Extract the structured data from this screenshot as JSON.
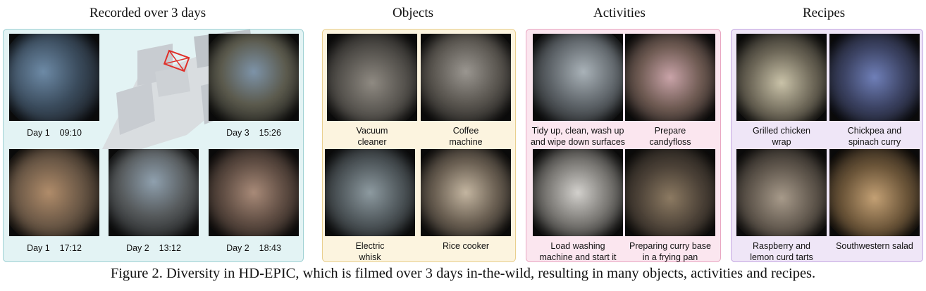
{
  "figure": {
    "caption": "Figure 2. Diversity in HD-EPIC, which is filmed over 3 days in-the-wild, resulting in many objects, activities and recipes."
  },
  "panels": {
    "recorded": {
      "title": "Recorded over 3 days",
      "bg": "#e3f3f4",
      "border": "#9fd1d4",
      "items": [
        {
          "day": "Day 1",
          "time": "09:10"
        },
        {
          "day": "Day 3",
          "time": "15:26"
        },
        {
          "day": "Day 1",
          "time": "17:12"
        },
        {
          "day": "Day 2",
          "time": "13:12"
        },
        {
          "day": "Day 2",
          "time": "18:43"
        }
      ]
    },
    "objects": {
      "title": "Objects",
      "bg": "#fcf4df",
      "border": "#e9cf8e",
      "items": [
        {
          "line1": "Vacuum",
          "line2": "cleaner"
        },
        {
          "line1": "Coffee",
          "line2": "machine"
        },
        {
          "line1": "Electric",
          "line2": "whisk"
        },
        {
          "line1": "Rice cooker",
          "line2": ""
        }
      ]
    },
    "activities": {
      "title": "Activities",
      "bg": "#fbe6ef",
      "border": "#e9a7c2",
      "items": [
        {
          "line1": "Tidy up, clean, wash up",
          "line2": "and wipe down surfaces"
        },
        {
          "line1": "Prepare",
          "line2": "candyfloss"
        },
        {
          "line1": "Load washing",
          "line2": "machine and start it"
        },
        {
          "line1": "Preparing curry base",
          "line2": "in a frying pan"
        }
      ]
    },
    "recipes": {
      "title": "Recipes",
      "bg": "#efe6f7",
      "border": "#c5a9e3",
      "items": [
        {
          "line1": "Grilled chicken",
          "line2": "wrap"
        },
        {
          "line1": "Chickpea and",
          "line2": "spinach curry"
        },
        {
          "line1": "Raspberry and",
          "line2": "lemon curd tarts"
        },
        {
          "line1": "Southwestern salad",
          "line2": ""
        }
      ]
    }
  },
  "colors": {
    "map_walls": "#c8ccd1",
    "map_shadow": "#d9dde0",
    "camera_marker": "#e0302a"
  }
}
